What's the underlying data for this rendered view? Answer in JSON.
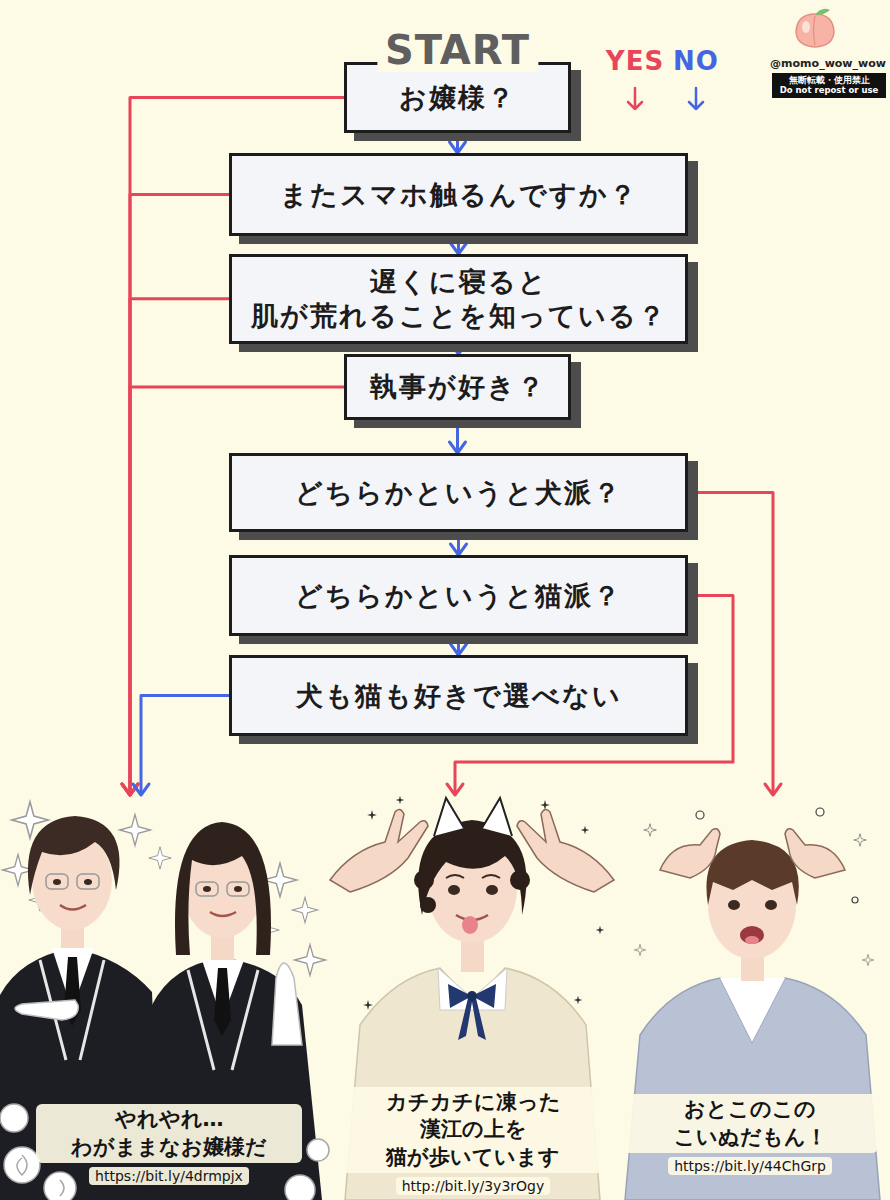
{
  "diagram": {
    "nodes": [
      {
        "text": [
          "START",
          "お嬢様？"
        ]
      },
      {
        "text": [
          "またスマホ触るんですか？"
        ]
      },
      {
        "text": [
          "遅くに寝ると 肌が荒れることを知っている？"
        ]
      },
      {
        "text": [
          "執事が好き？"
        ]
      },
      {
        "text": [
          "どちらかというと犬派？"
        ]
      },
      {
        "text": [
          "どちらかというと猫派？"
        ]
      },
      {
        "text": [
          "犬も猫も好きで選べない"
        ]
      },
      {
        "text": [
          "やれやれ… わがままなお嬢様だ",
          "https://bit.ly/4drmpjx"
        ]
      },
      {
        "text": [
          "カチカチに凍った 漢江の上を 猫が歩いています",
          "http://bit.ly/3y3rOgy"
        ]
      },
      {
        "text": [
          "おとこのこの こいぬだもん！",
          "https://bit.ly/44ChGrp"
        ]
      }
    ],
    "edges": [
      {
        "from": 0,
        "to": 1,
        "arrow": "to"
      },
      {
        "from": 1,
        "to": 2,
        "arrow": "to"
      },
      {
        "from": 2,
        "to": 3,
        "arrow": "to"
      },
      {
        "from": 3,
        "to": 4,
        "arrow": "to"
      },
      {
        "from": 4,
        "to": 5,
        "arrow": "to"
      },
      {
        "from": 5,
        "to": 6,
        "arrow": "to"
      },
      {
        "from": 0,
        "to": 7,
        "arrow": "to"
      },
      {
        "from": 1,
        "to": 7,
        "arrow": "to"
      },
      {
        "from": 2,
        "to": 7,
        "arrow": "to"
      },
      {
        "from": 3,
        "to": 7,
        "arrow": "to"
      },
      {
        "from": 4,
        "to": 9,
        "arrow": "to"
      },
      {
        "from": 5,
        "to": 8,
        "arrow": "to"
      },
      {
        "from": 6,
        "to": 7,
        "arrow": "to"
      }
    ],
    "labels": [
      "@momo_wow_wow",
      "無断転載・使用禁止",
      "Do not repost or use"
    ],
    "legend": [
      {
        "text": "YES",
        "color": "#e8455a"
      },
      {
        "text": "NO",
        "color": "#4466e3"
      }
    ]
  }
}
